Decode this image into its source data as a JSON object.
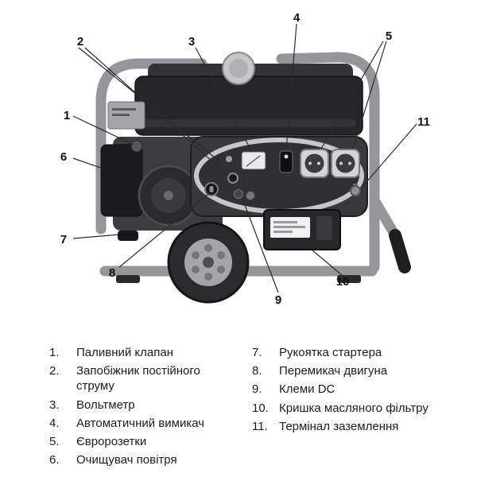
{
  "figure": {
    "callouts": [
      "1",
      "2",
      "3",
      "4",
      "5",
      "6",
      "7",
      "8",
      "9",
      "10",
      "11"
    ]
  },
  "legend": {
    "left": [
      {
        "num": "1.",
        "label": "Паливний клапан"
      },
      {
        "num": "2.",
        "label": "Запобіжник постійного струму"
      },
      {
        "num": "3.",
        "label": "Вольтметр"
      },
      {
        "num": "4.",
        "label": "Автоматичний вимикач"
      },
      {
        "num": "5.",
        "label": "Євророзетки"
      },
      {
        "num": "6.",
        "label": "Очищувач повітря"
      }
    ],
    "right": [
      {
        "num": "7.",
        "label": "Рукоятка стартера"
      },
      {
        "num": "8.",
        "label": "Перемикач двигуна"
      },
      {
        "num": "9.",
        "label": "Клеми DC"
      },
      {
        "num": "10.",
        "label": "Кришка масляного фільтру"
      },
      {
        "num": "11.",
        "label": "Термінал заземлення"
      }
    ]
  }
}
